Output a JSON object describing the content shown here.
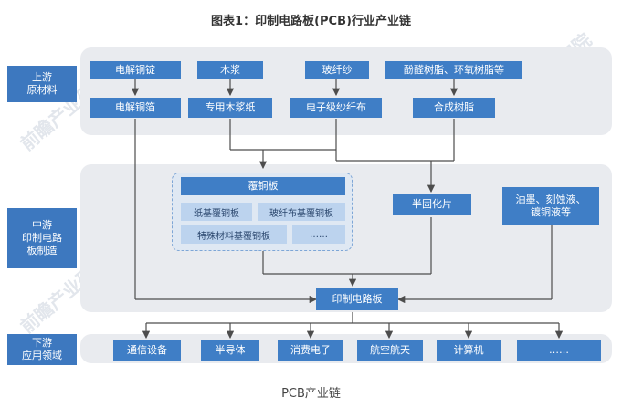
{
  "title": "图表1：印制电路板(PCB)行业产业链",
  "caption": "PCB产业链",
  "watermark": "前瞻产业研究院",
  "stages": {
    "upstream": "上游\n原材料",
    "midstream": "中游\n印制电路\n板制造",
    "downstream": "下游\n应用领域"
  },
  "upstream": {
    "row1": [
      "电解铜锭",
      "木浆",
      "玻纤纱",
      "酚醛树脂、环氧树脂等"
    ],
    "row2": [
      "电解铜箔",
      "专用木浆纸",
      "电子级纱纤布",
      "合成树脂"
    ]
  },
  "midstream": {
    "ccl_title": "覆铜板",
    "ccl_items": [
      "纸基覆铜板",
      "玻纤布基覆铜板",
      "特殊材料基覆铜板",
      "……"
    ],
    "prepreg": "半固化片",
    "chemicals": "油墨、刻蚀液、\n镀铜液等",
    "pcb": "印制电路板"
  },
  "downstream": [
    "通信设备",
    "半导体",
    "消费电子",
    "航空航天",
    "计算机",
    "……"
  ],
  "colors": {
    "box": "#3f7ec6",
    "light_box": "#bcd3ee",
    "band": "#e9ebef",
    "line": "#4d4d4d"
  }
}
